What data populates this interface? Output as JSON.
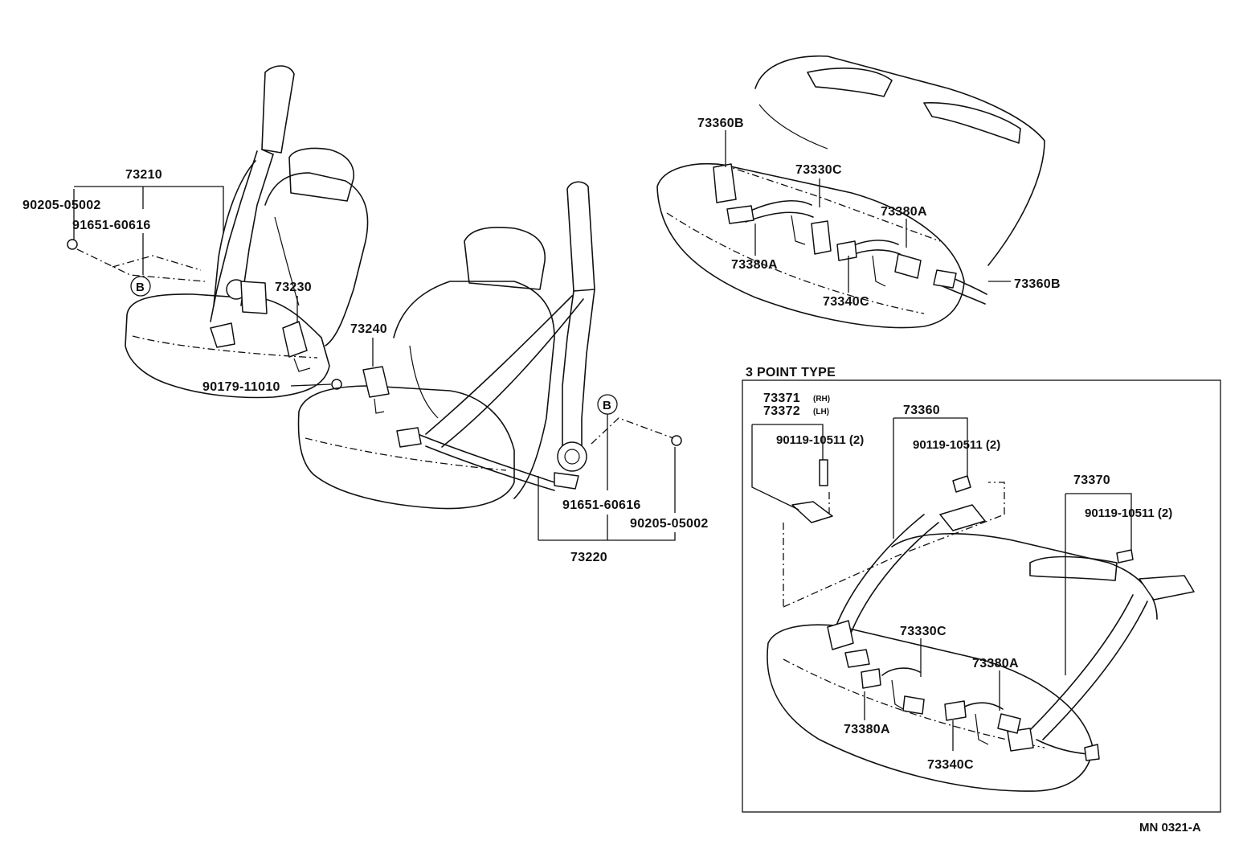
{
  "diagram_code": "MN 0321-A",
  "inset_title": "3 POINT TYPE",
  "callout_B": "B",
  "parts": {
    "p73210": "73210",
    "p90205_left": "90205-05002",
    "p91651_left": "91651-60616",
    "p73230": "73230",
    "p90179": "90179-11010",
    "p73240": "73240",
    "p91651_right": "91651-60616",
    "p90205_right": "90205-05002",
    "p73220": "73220",
    "p73360B_top": "73360B",
    "p73330C_top": "73330C",
    "p73380A_top_right": "73380A",
    "p73380A_top_left": "73380A",
    "p73340C_top": "73340C",
    "p73360B_right": "73360B",
    "p73371": "73371",
    "p73371_suffix": "(RH)",
    "p73372": "73372",
    "p73372_suffix": "(LH)",
    "p90119_a": "90119-10511 (2)",
    "p73360": "73360",
    "p90119_b": "90119-10511 (2)",
    "p73370": "73370",
    "p90119_c": "90119-10511 (2)",
    "p73330C_inset": "73330C",
    "p73380A_inset_right": "73380A",
    "p73380A_inset_left": "73380A",
    "p73340C_inset": "73340C"
  }
}
